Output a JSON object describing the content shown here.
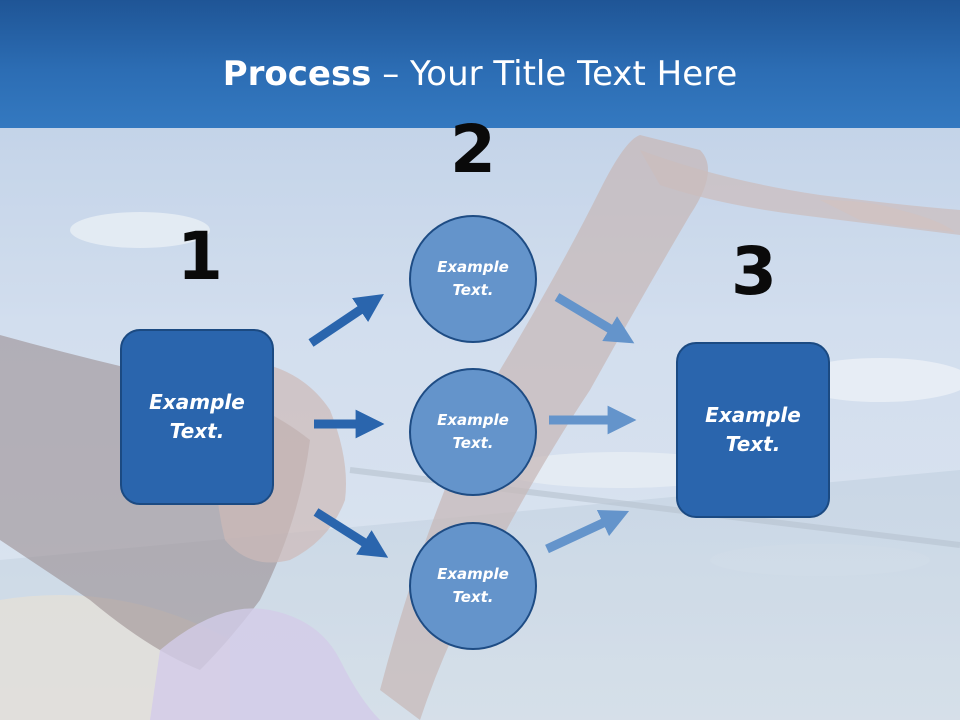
{
  "title": {
    "bold": "Process",
    "rest": " – Your Title Text Here"
  },
  "steps": [
    {
      "number": "1",
      "label": "Example Text."
    },
    {
      "number": "2",
      "items": [
        "Example Text.",
        "Example Text.",
        "Example Text."
      ]
    },
    {
      "number": "3",
      "label": "Example Text."
    }
  ],
  "colors": {
    "header": "#2c6db4",
    "box_fill": "#2a65ad",
    "circle_fill": "#6494cb",
    "arrow_dark": "#2a65ad",
    "arrow_light": "#6494cb",
    "number_text": "#0a0a0a"
  }
}
